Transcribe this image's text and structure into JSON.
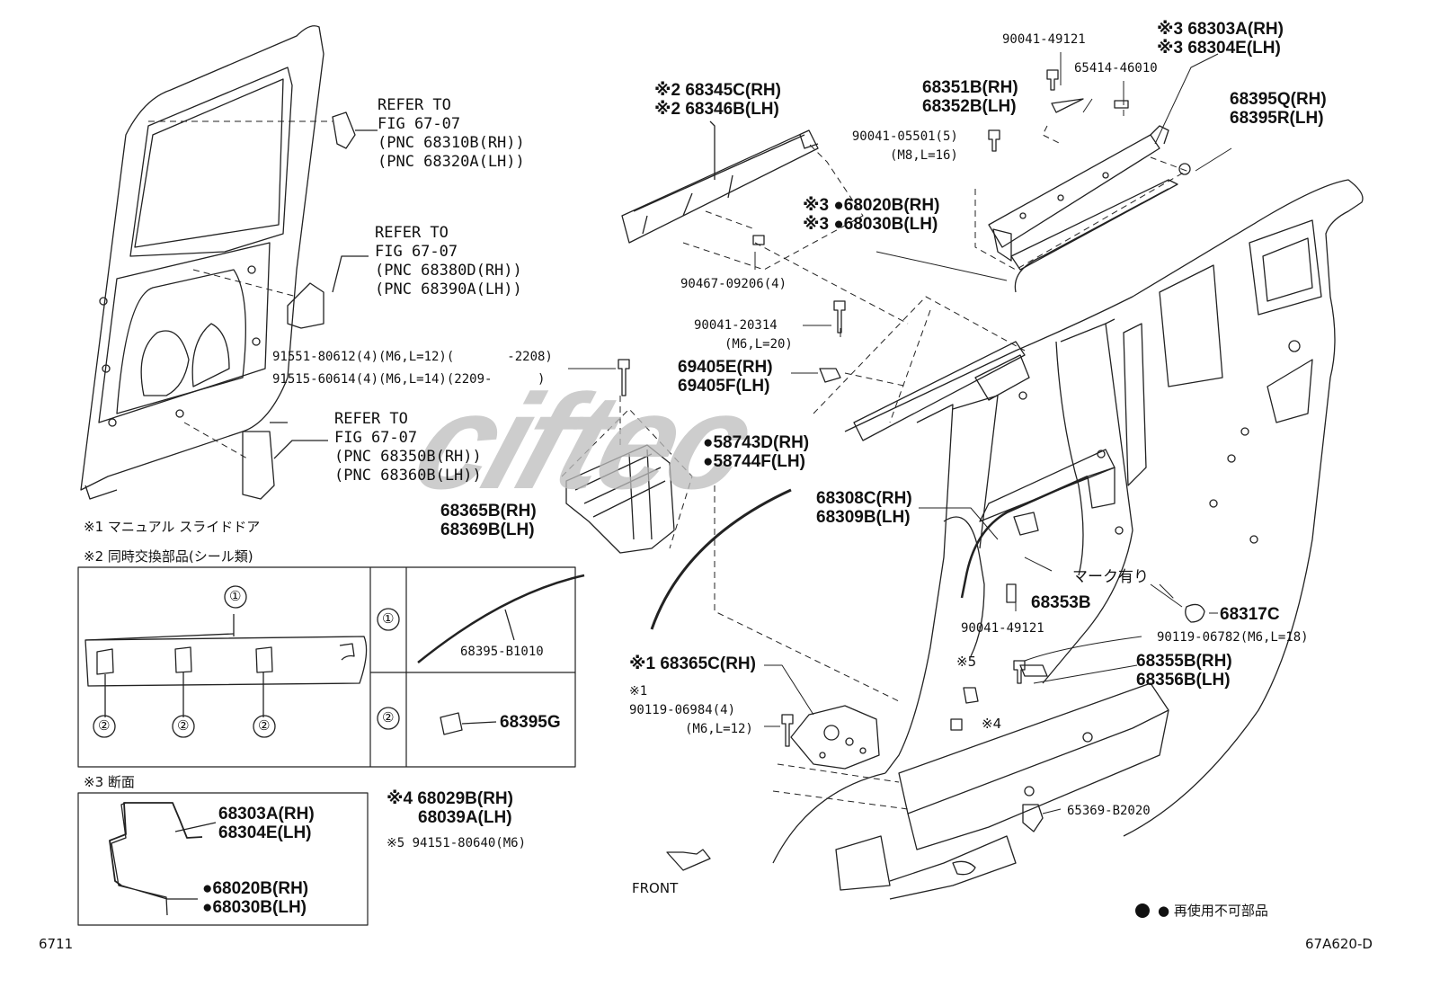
{
  "refs": [
    {
      "l1": "REFER TO",
      "l2": "FIG 67-07",
      "l3": "(PNC 68310B(RH))",
      "l4": "(PNC 68320A(LH))"
    },
    {
      "l1": "REFER TO",
      "l2": "FIG 67-07",
      "l3": "(PNC 68380D(RH))",
      "l4": "(PNC 68390A(LH))"
    },
    {
      "l1": "REFER TO",
      "l2": "FIG 67-07",
      "l3": "(PNC 68350B(RH))",
      "l4": "(PNC 68360B(LH))"
    }
  ],
  "parts": {
    "p68345": {
      "a": "※2 68345C(RH)",
      "b": "※2 68346B(LH)"
    },
    "p90041_49121_top": "90041-49121",
    "p65414": "65414-46010",
    "p68303_top": {
      "a": "※3 68303A(RH)",
      "b": "※3 68304E(LH)"
    },
    "p68351": {
      "a": "68351B(RH)",
      "b": "68352B(LH)"
    },
    "p68395q": {
      "a": "68395Q(RH)",
      "b": "68395R(LH)"
    },
    "p90041_05501": {
      "a": "90041-05501(5)",
      "b": "(M8,L=16)"
    },
    "p68020_top": {
      "a": "※3 ●68020B(RH)",
      "b": "※3 ●68030B(LH)"
    },
    "p90467": "90467-09206(4)",
    "p90041_20314": {
      "a": "90041-20314",
      "b": "(M6,L=20)"
    },
    "p69405": {
      "a": "69405E(RH)",
      "b": "69405F(LH)"
    },
    "p91551": "91551-80612(4)(M6,L=12)(       -2208)",
    "p91515": "91515-60614(4)(M6,L=14)(2209-      )",
    "p58743": {
      "a": "●58743D(RH)",
      "b": "●58744F(LH)"
    },
    "p68308": {
      "a": "68308C(RH)",
      "b": "68309B(LH)"
    },
    "p68365b": {
      "a": "68365B(RH)",
      "b": "68369B(LH)"
    },
    "p68353": "68353B",
    "p90041_49121_bot": "90041-49121",
    "mark": "マーク有り",
    "p68317": "68317C",
    "p90119_06782": "90119-06782(M6,L=18)",
    "p68355": {
      "a": "68355B(RH)",
      "b": "68356B(LH)"
    },
    "p68365c": "※1 68365C(RH)",
    "p90119_06984": {
      "a": "※1",
      "b": "90119-06984(4)",
      "c": "(M6,L=12)"
    },
    "ast5": "※5",
    "ast4": "※4",
    "p65369": "65369-B2020"
  },
  "notes": {
    "n1": "※1 マニュアル スライドドア",
    "n2": "※2 同時交換部品(シール類)",
    "n3": "※3 断面",
    "n4": {
      "a": "※4 68029B(RH)",
      "b": "68039A(LH)"
    },
    "n5": "※5 94151-80640(M6)",
    "reuse": "● 再使用不可部品"
  },
  "table": {
    "c1": "①",
    "c2": "②",
    "item1": "68395-B1010",
    "item2": "68395G"
  },
  "section": {
    "a1": "68303A(RH)",
    "a2": "68304E(LH)",
    "b1": "●68020B(RH)",
    "b2": "●68030B(LH)"
  },
  "front": "FRONT",
  "page_no": "6711",
  "fig_code": "67A620-D",
  "watermark": "ciftec"
}
